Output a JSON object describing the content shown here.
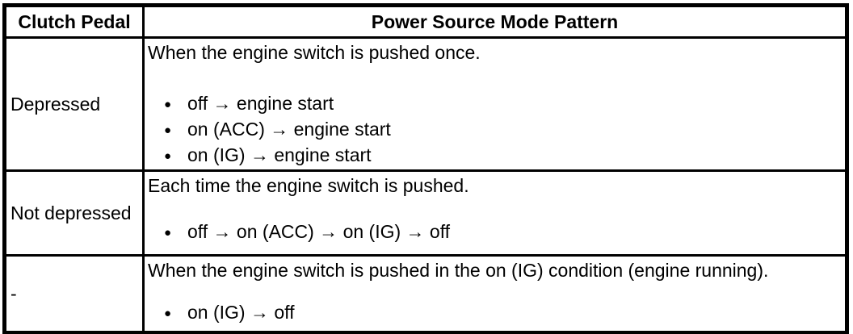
{
  "colors": {
    "border": "#000000",
    "text": "#000000",
    "background": "#ffffff"
  },
  "icons": {
    "bullet": "●"
  },
  "table": {
    "header": {
      "clutch_pedal": "Clutch Pedal",
      "pattern": "Power Source Mode Pattern"
    },
    "rows": [
      {
        "clutch_pedal": "Depressed",
        "description": "When the engine switch is pushed once.",
        "patterns": [
          "off → engine start",
          "on (ACC) → engine start",
          "on (IG) → engine start"
        ]
      },
      {
        "clutch_pedal": "Not depressed",
        "description": "Each time the engine switch is pushed.",
        "patterns": [
          "off → on (ACC) → on (IG) → off"
        ]
      },
      {
        "clutch_pedal": "-",
        "description": "When the engine switch is pushed in the on (IG) condition (engine running).",
        "patterns": [
          "on (IG) → off"
        ]
      }
    ]
  }
}
